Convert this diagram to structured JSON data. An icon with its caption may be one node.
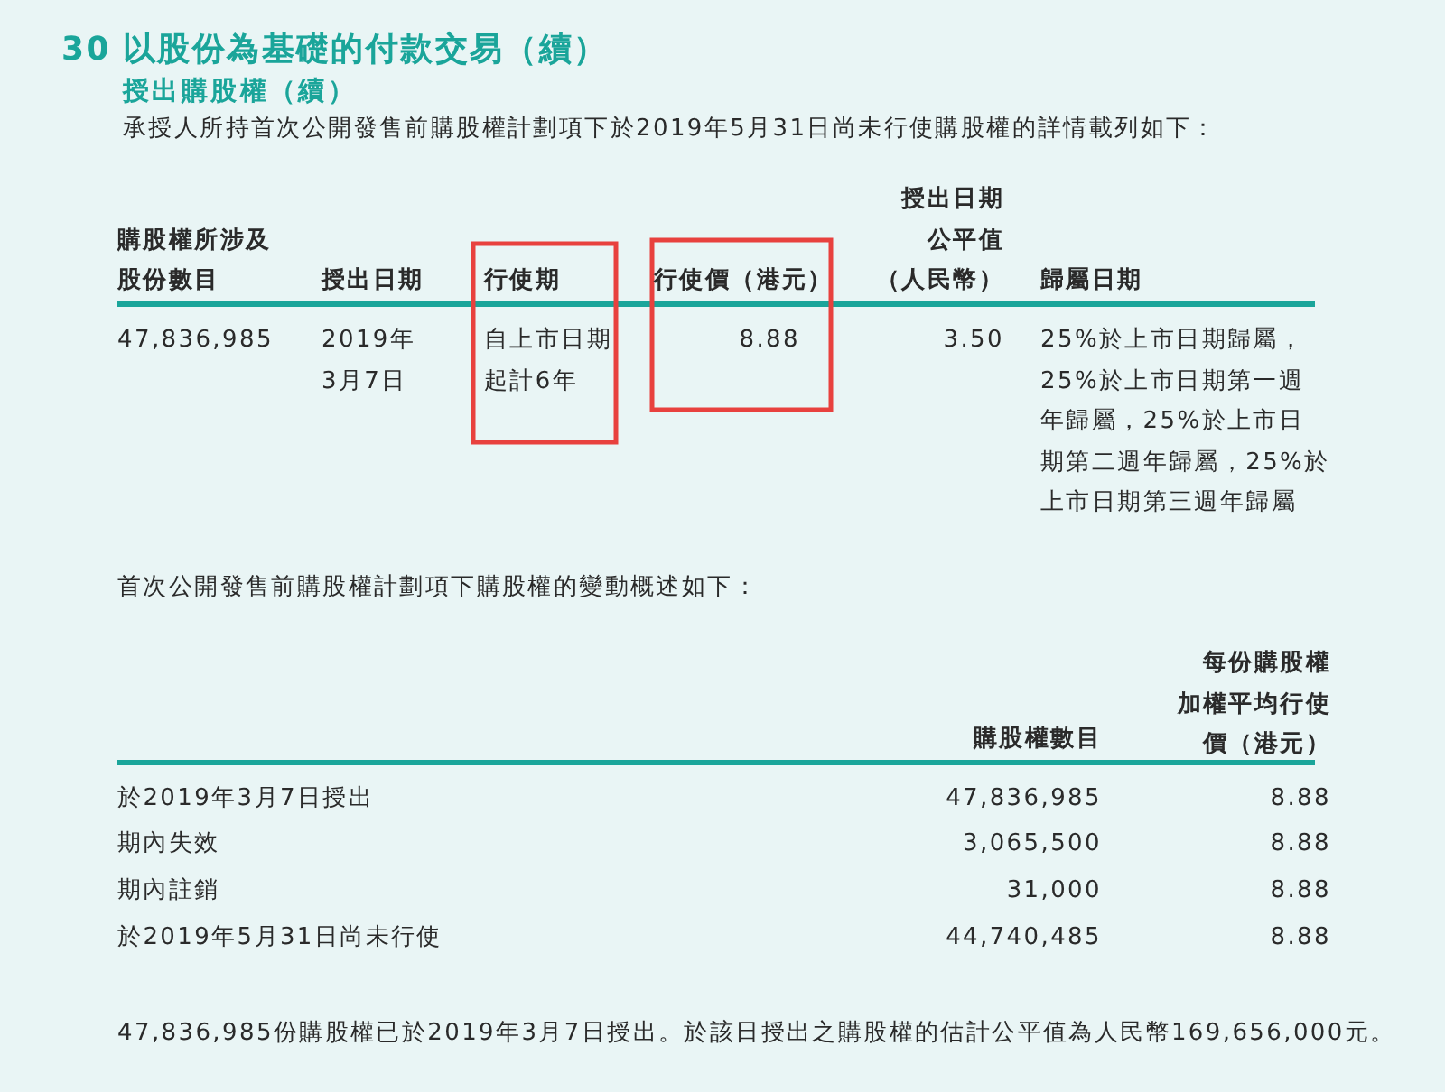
{
  "diagram": {
    "title": "以股份為基礎的付款交易（續）",
    "labels": [
      "30",
      "授出購股權（續）",
      "承授人所持首次公開發售前購股權計劃項下於2019年5月31日尚未行使購股權的詳情載列如下：",
      "購股權所涉及股份數目",
      "授出日期",
      "行使期",
      "行使價（港元）",
      "授出日期公平值（人民幣）",
      "歸屬日期",
      "47,836,985",
      "2019年3月7日",
      "自上市日期起計6年",
      "8.88",
      "3.50",
      "25%於上市日期歸屬，25%於上市日期第一週年歸屬，25%於上市日期第二週年歸屬，25%於上市日期第三週年歸屬",
      "首次公開發售前購股權計劃項下購股權的變動概述如下：",
      "購股權數目",
      "每份購股權加權平均行使價（港元）",
      "於2019年3月7日授出",
      "47,836,985",
      "8.88",
      "期內失效",
      "3,065,500",
      "8.88",
      "期內註銷",
      "31,000",
      "8.88",
      "於2019年5月31日尚未行使",
      "44,740,485",
      "8.88",
      "47,836,985份購股權已於2019年3月7日授出。於該日授出之購股權的估計公平值為人民幣169,656,000元。"
    ]
  }
}
